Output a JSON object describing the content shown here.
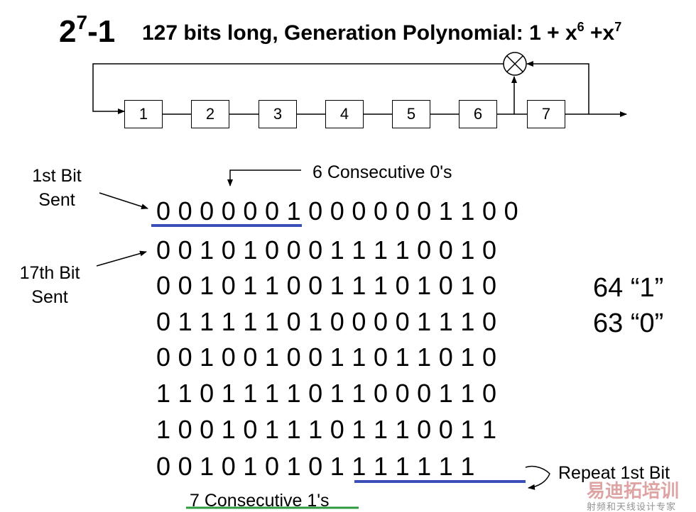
{
  "title": {
    "base": "2",
    "exp": "7",
    "suffix": "-1",
    "desc_prefix": "127 bits long,  Generation Polynomial:  1 + x",
    "exp1": "6",
    "desc_mid": " +x",
    "exp2": "7"
  },
  "registers": [
    "1",
    "2",
    "3",
    "4",
    "5",
    "6",
    "7"
  ],
  "labels": {
    "consec0": "6 Consecutive 0's",
    "first_bit_line1": "1st Bit",
    "first_bit_line2": "Sent",
    "seventeenth_line1": "17th Bit",
    "seventeenth_line2": "Sent",
    "consec1": "7 Consecutive 1's",
    "repeat": "Repeat 1st Bit"
  },
  "counts": {
    "ones": "64 “1”",
    "zeros": "63 “0”"
  },
  "bits": [
    [
      "0",
      "0",
      "0",
      "0",
      "0",
      "0",
      "1",
      "0",
      "0",
      "0",
      "0",
      "0",
      "0",
      "1",
      "1",
      "0",
      "0"
    ],
    [
      "0",
      "0",
      "1",
      "0",
      "1",
      "0",
      "0",
      "0",
      "1",
      "1",
      "1",
      "1",
      "0",
      "0",
      "1",
      "0"
    ],
    [
      "0",
      "0",
      "1",
      "0",
      "1",
      "1",
      "0",
      "0",
      "1",
      "1",
      "1",
      "0",
      "1",
      "0",
      "1",
      "0"
    ],
    [
      "0",
      "1",
      "1",
      "1",
      "1",
      "1",
      "0",
      "1",
      "0",
      "0",
      "0",
      "0",
      "1",
      "1",
      "1",
      "0"
    ],
    [
      "0",
      "0",
      "1",
      "0",
      "0",
      "1",
      "0",
      "0",
      "1",
      "1",
      "0",
      "1",
      "1",
      "0",
      "1",
      "0"
    ],
    [
      "1",
      "1",
      "0",
      "1",
      "1",
      "1",
      "1",
      "0",
      "1",
      "1",
      "0",
      "0",
      "0",
      "1",
      "1",
      "0"
    ],
    [
      "1",
      "0",
      "0",
      "1",
      "0",
      "1",
      "1",
      "1",
      "0",
      "1",
      "1",
      "1",
      "0",
      "0",
      "1",
      "1"
    ],
    [
      "0",
      "0",
      "1",
      "0",
      "1",
      "0",
      "1",
      "0",
      "1",
      "1",
      "1",
      "1",
      "1",
      "1",
      "1"
    ]
  ],
  "watermark": {
    "main": "易迪拓培训",
    "sub": "射频和天线设计专家"
  },
  "colors": {
    "underline_blue": "#3a4fb8",
    "underline_green": "#2e9a3e"
  }
}
